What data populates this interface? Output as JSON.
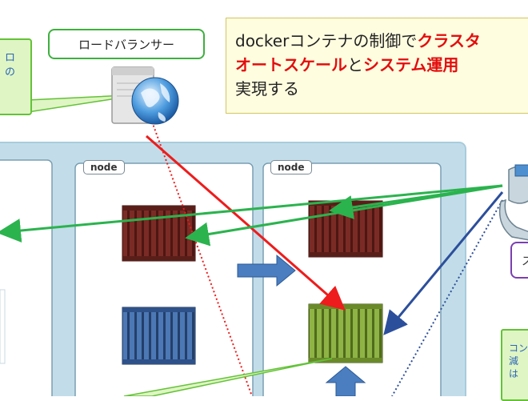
{
  "load_balancer": {
    "label": "ロードバランサー"
  },
  "left_callout": {
    "line1": "ロ",
    "line2": "の"
  },
  "message": {
    "line1_prefix": "dockerコンテナの制御で",
    "line1_highlight": "クラスタ",
    "line2_highlight1": "オートスケール",
    "line2_mid": "と",
    "line2_highlight2": "システム運用",
    "line3": "実現する"
  },
  "nodes": [
    {
      "label": "node"
    },
    {
      "label": "node"
    }
  ],
  "right_callout": {
    "line1": "コン",
    "line2": "減",
    "line3": "は"
  },
  "right_badge": {
    "label": "ス"
  },
  "colors": {
    "cluster_fill": "#c2dde9",
    "cluster_border": "#a8ccdc",
    "container_red": "#7b2b25",
    "container_blue": "#3e6aa6",
    "container_green": "#83a53a",
    "arrow_green": "#2bb34e",
    "arrow_red": "#ee1c1c",
    "arrow_blue": "#2c4f9c",
    "msg_red": "#e30d0d"
  }
}
